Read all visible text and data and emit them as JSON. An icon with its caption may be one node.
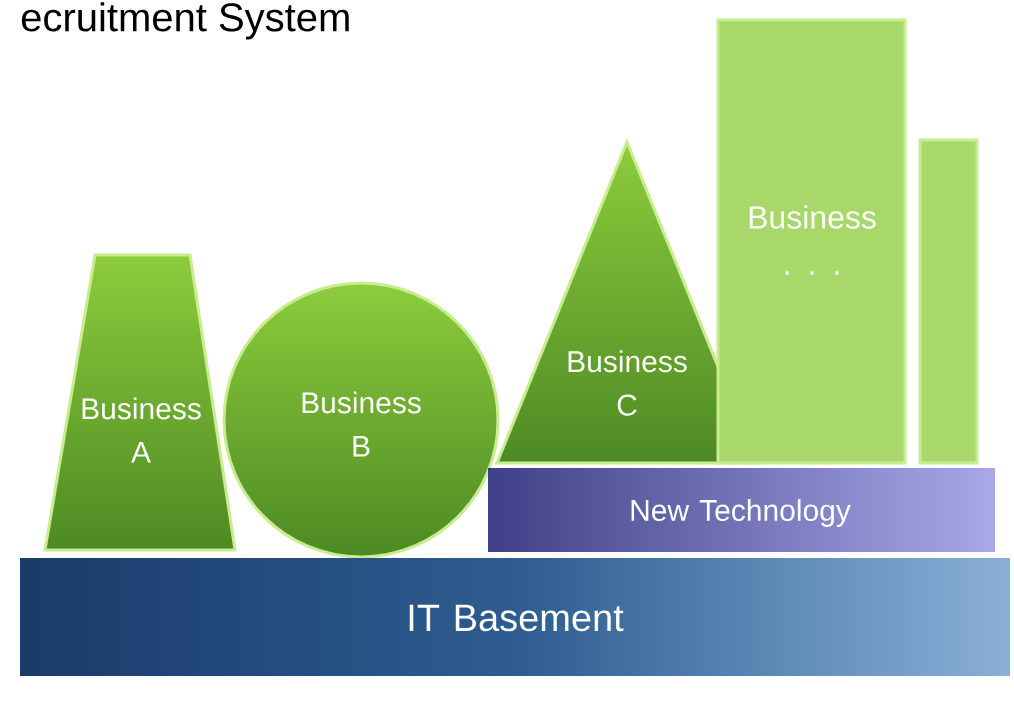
{
  "diagram": {
    "title": "ecruitment System",
    "nodes": [
      {
        "text": [
          "Business A"
        ]
      },
      {
        "text": [
          "Business B"
        ]
      },
      {
        "text": [
          "Business C"
        ]
      },
      {
        "text": [
          "Business . . ."
        ]
      },
      {
        "text": [],
        "shape": "box"
      },
      {
        "text": [
          "New Technology"
        ]
      },
      {
        "text": [
          "IT Basement"
        ]
      }
    ]
  }
}
